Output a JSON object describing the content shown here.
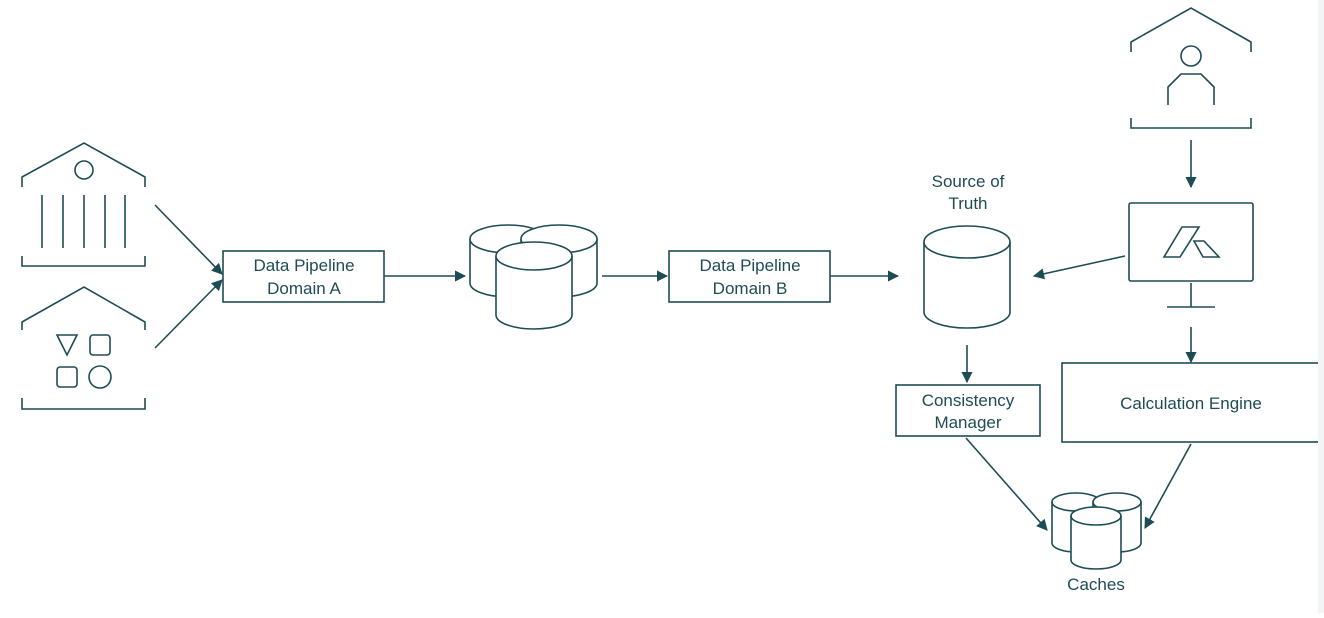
{
  "diagram": {
    "colors": {
      "stroke": "#1e4c54",
      "text": "#1e4c54",
      "background": "#ffffff"
    },
    "sources": [
      {
        "icon": "bank-building-icon"
      },
      {
        "icon": "shapes-building-icon"
      },
      {
        "icon": "user-house-icon"
      }
    ],
    "nodes": {
      "pipeline_a": {
        "line1": "Data Pipeline",
        "line2": "Domain A"
      },
      "pipeline_b": {
        "line1": "Data Pipeline",
        "line2": "Domain B"
      },
      "source_of_truth": {
        "line1": "Source of",
        "line2": "Truth"
      },
      "consistency_manager": {
        "line1": "Consistency",
        "line2": "Manager"
      },
      "calculation_engine": {
        "label": "Calculation Engine"
      },
      "caches": {
        "label": "Caches"
      },
      "app_monitor": {
        "icon": "app-logo-monitor-icon"
      }
    }
  }
}
